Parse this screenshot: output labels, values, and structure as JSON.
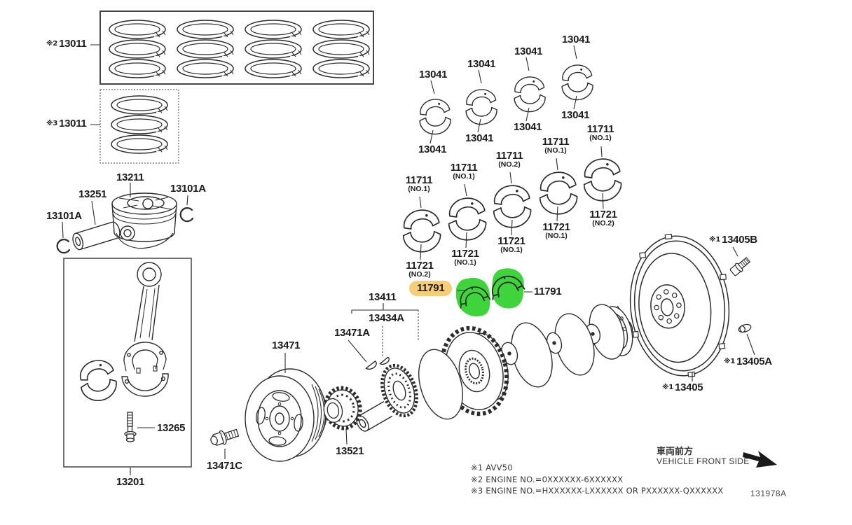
{
  "palette": {
    "ink": "#2b2b2b",
    "highlight_label_bg": "#F6CE78",
    "highlight_part": "#3FD33C"
  },
  "parts": {
    "ring_set_4cyl": {
      "prefix": "※2",
      "number": "13011"
    },
    "ring_set_single": {
      "prefix": "※3",
      "number": "13011"
    },
    "piston": "13211",
    "piston_pin": "13251",
    "pin_clip_left": "13101A",
    "pin_clip_right": "13101A",
    "rod_bolt": "13265",
    "conrod_assembly": "13201",
    "conrod_bearing_labels_top": [
      "13041",
      "13041",
      "13041",
      "13041"
    ],
    "conrod_bearing_labels_bottom": [
      "13041",
      "13041",
      "13041",
      "13041"
    ],
    "main_bearing_upper": [
      {
        "number": "11711",
        "position": "(NO.1)"
      },
      {
        "number": "11711",
        "position": "(NO.1)"
      },
      {
        "number": "11711",
        "position": "(NO.2)"
      },
      {
        "number": "11711",
        "position": "(NO.1)"
      },
      {
        "number": "11711",
        "position": "(NO.1)"
      }
    ],
    "main_bearing_lower": [
      {
        "number": "11721",
        "position": "(NO.2)"
      },
      {
        "number": "11721",
        "position": "(NO.1)"
      },
      {
        "number": "11721",
        "position": "(NO.1)"
      },
      {
        "number": "11721",
        "position": "(NO.1)"
      },
      {
        "number": "11721",
        "position": "(NO.2)"
      }
    ],
    "thrust_washer_left": "11791",
    "thrust_washer_right": "11791",
    "crankshaft": "13411",
    "crank_key": "13434A",
    "pulley_key": "13471A",
    "pulley": "13471",
    "pulley_bolt": "13471C",
    "crank_timing_gear": "13521",
    "flywheel": {
      "prefix": "※1",
      "number": "13405"
    },
    "flywheel_bolt": {
      "prefix": "※1",
      "number": "13405B"
    },
    "flywheel_pin": {
      "prefix": "※1",
      "number": "13405A"
    }
  },
  "notes": [
    "※1 AVV50",
    "※2 ENGINE NO.=0XXXXXX-6XXXXXX",
    "※3 ENGINE NO.=HXXXXXX-LXXXXXX OR PXXXXXX-QXXXXXX"
  ],
  "orientation": {
    "jp": "車両前方",
    "en": "VEHICLE FRONT SIDE"
  },
  "figure_code": "131978A"
}
